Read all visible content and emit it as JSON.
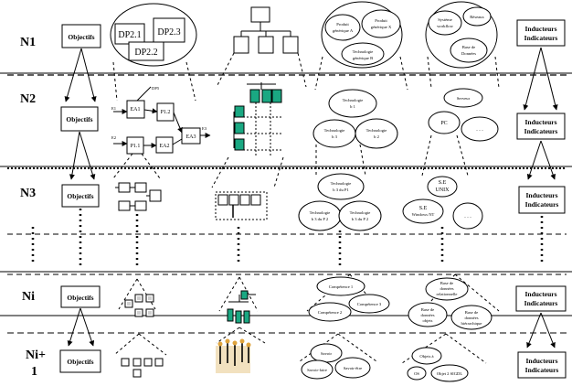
{
  "levels": [
    "N1",
    "N2",
    "N3",
    "Ni",
    "Ni+",
    "1"
  ],
  "objectifs": "Objectifs",
  "inducteurs": [
    "Inducteurs",
    "Indicateurs"
  ],
  "n1": {
    "dp": [
      "DP2.1",
      "DP2.3",
      "DP2.2"
    ],
    "ellipse1": [
      "Produit",
      "générique A",
      "Produit",
      "générique X",
      "Technologie",
      "générique B"
    ],
    "ellipse2": [
      "Système",
      "workflow",
      "Réseaux",
      "Base de",
      "Données"
    ]
  },
  "n2": {
    "flow": [
      "DP5",
      "EA1",
      "P1.2",
      "P1.1",
      "EA2",
      "EA3",
      "E1",
      "E2",
      "E3"
    ],
    "tech": [
      "Technologie",
      "b 1",
      "b 3",
      "b 2"
    ],
    "sys": [
      "Serveur",
      "PC",
      ". . ."
    ]
  },
  "n3": {
    "tech": [
      "Technologie",
      "b 3 du P1",
      "b 3 du P 2"
    ],
    "se": [
      "S.E",
      "UNIX",
      "Windows NT",
      ". . ."
    ]
  },
  "ni": {
    "comp": [
      "Compétence 1",
      "Compétence 3",
      "Compétence 2"
    ],
    "bdd": [
      "Base de",
      "données",
      "relationnelle",
      "objets",
      "hiérarchique"
    ]
  },
  "ni1": {
    "comp": [
      "Savoir",
      "Savoir-faire",
      "Savoir-être"
    ],
    "obj": [
      "Objets à",
      "OS",
      "Objet 2 SIGDL"
    ]
  }
}
